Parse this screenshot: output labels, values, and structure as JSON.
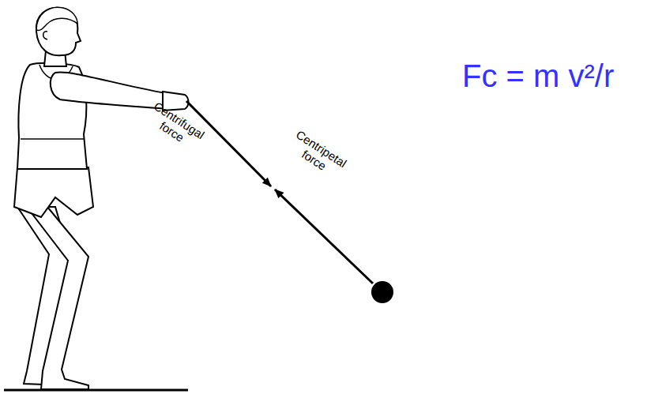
{
  "diagram": {
    "labels": [
      "Centrifugal force",
      "Centripetal force",
      "Fc = m v²/r"
    ]
  }
}
